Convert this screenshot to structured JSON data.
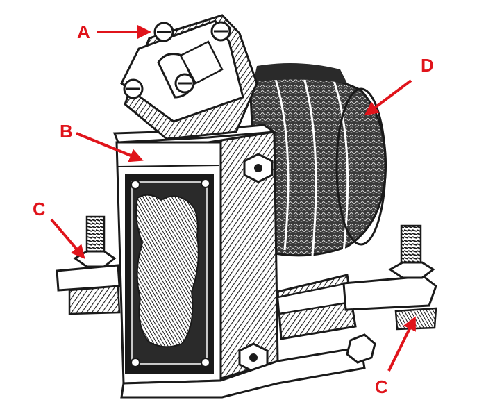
{
  "colors": {
    "ink": "#1a1a1a",
    "paper": "#ffffff",
    "shade": "#6e6e6e",
    "arrow": "#e0141b"
  },
  "labels": {
    "a": "A",
    "b": "B",
    "c_left": "C",
    "c_right": "C",
    "d": "D"
  },
  "icons": [
    "arrow-icon"
  ]
}
